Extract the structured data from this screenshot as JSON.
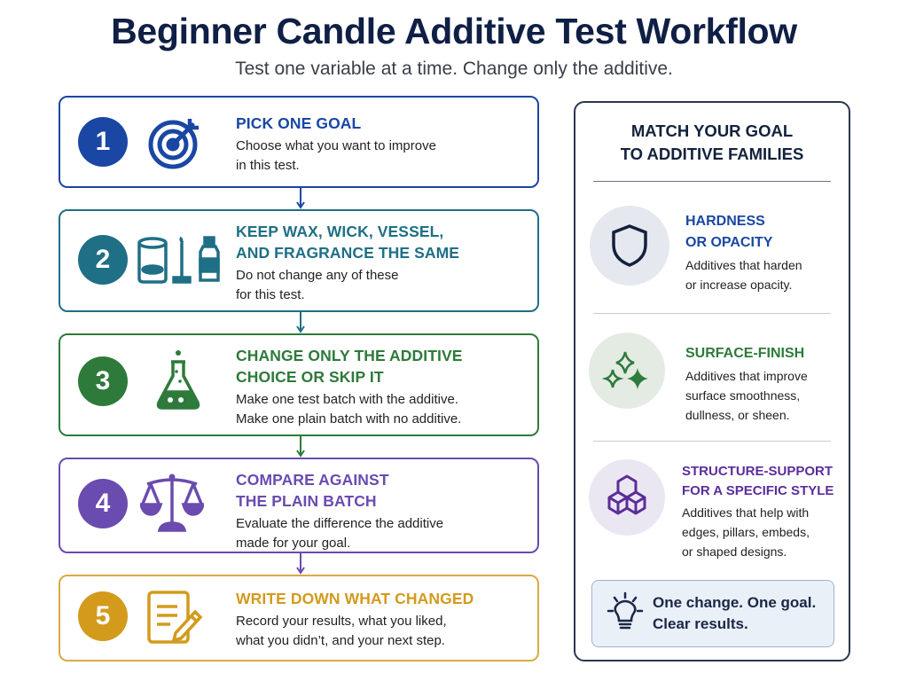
{
  "header": {
    "title": "Beginner Candle Additive Test Workflow",
    "subtitle": "Test one variable at a time. Change only the additive."
  },
  "colors": {
    "step1": "#1a47a3",
    "step2": "#1f6f86",
    "step3": "#2e7a3a",
    "step4": "#6a4bb0",
    "step5": "#d39a1c",
    "panel_border": "#2d3550",
    "title": "#0f1f45"
  },
  "steps": [
    {
      "number": "1",
      "icon": "target-icon",
      "title_lines": [
        "PICK ONE GOAL"
      ],
      "desc_lines": [
        "Choose what you want to improve",
        "in this test."
      ]
    },
    {
      "number": "2",
      "icon": "jar-wick-bottle-icons",
      "title_lines": [
        "KEEP WAX, WICK, VESSEL,",
        "AND FRAGRANCE THE SAME"
      ],
      "desc_lines": [
        "Do not change any of these",
        "for this test."
      ]
    },
    {
      "number": "3",
      "icon": "flask-icon",
      "title_lines": [
        "CHANGE ONLY THE ADDITIVE",
        "CHOICE OR SKIP IT"
      ],
      "desc_lines": [
        "Make one test batch with the additive.",
        "Make one plain batch with no additive."
      ]
    },
    {
      "number": "4",
      "icon": "balance-scale-icon",
      "title_lines": [
        "COMPARE AGAINST",
        "THE PLAIN BATCH"
      ],
      "desc_lines": [
        "Evaluate the difference the additive",
        "made for your goal."
      ]
    },
    {
      "number": "5",
      "icon": "notes-pencil-icon",
      "title_lines": [
        "WRITE DOWN WHAT CHANGED"
      ],
      "desc_lines": [
        "Record your results, what you liked,",
        "what you didn’t, and your next step."
      ]
    }
  ],
  "panel": {
    "title_lines": [
      "MATCH YOUR GOAL",
      "TO ADDITIVE FAMILIES"
    ],
    "families": [
      {
        "icon": "shield-icon",
        "title_lines": [
          "HARDNESS",
          "OR OPACITY"
        ],
        "desc_lines": [
          "Additives that harden",
          "or increase opacity."
        ]
      },
      {
        "icon": "sparkles-icon",
        "title_lines": [
          "SURFACE-FINISH"
        ],
        "desc_lines": [
          "Additives that improve",
          "surface smoothness,",
          "dullness, or sheen."
        ]
      },
      {
        "icon": "cubes-icon",
        "title_lines": [
          "STRUCTURE-SUPPORT",
          "FOR A SPECIFIC STYLE"
        ],
        "desc_lines": [
          "Additives that help with",
          "edges, pillars, embeds,",
          "or shaped designs."
        ]
      }
    ],
    "tip": {
      "icon": "lightbulb-icon",
      "lines": [
        "One change. One goal.",
        "Clear results."
      ]
    }
  }
}
